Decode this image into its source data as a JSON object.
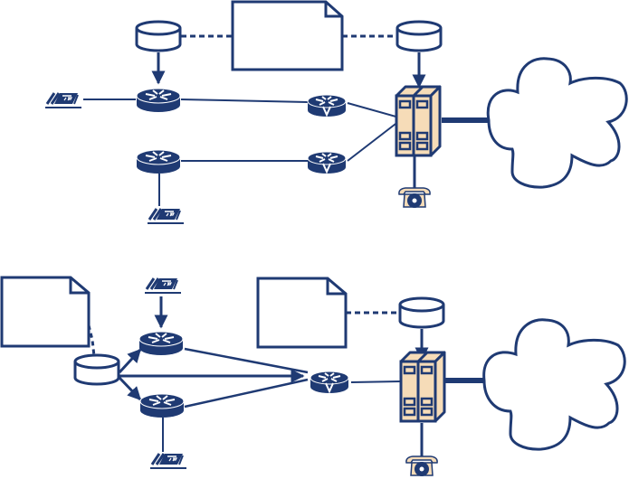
{
  "diagram": {
    "title": "",
    "colors": {
      "primary": "#1f3a73",
      "device_fill": "#f6dcb8",
      "background": "#ffffff"
    },
    "panels": [
      {
        "id": "top",
        "nodes": [
          {
            "id": "db1",
            "type": "database",
            "label": ""
          },
          {
            "id": "doc1",
            "type": "document",
            "label": ""
          },
          {
            "id": "db2",
            "type": "database",
            "label": ""
          },
          {
            "id": "ipphone1",
            "type": "ip-phone",
            "label": ""
          },
          {
            "id": "router1",
            "type": "router",
            "label": ""
          },
          {
            "id": "router2",
            "type": "router",
            "label": ""
          },
          {
            "id": "vgw1",
            "type": "voice-router",
            "label": ""
          },
          {
            "id": "vgw2",
            "type": "voice-router",
            "label": ""
          },
          {
            "id": "pbx1",
            "type": "pbx-switch",
            "label": ""
          },
          {
            "id": "phone1",
            "type": "analog-phone",
            "label": ""
          },
          {
            "id": "ipphone2",
            "type": "ip-phone",
            "label": ""
          },
          {
            "id": "cloud1",
            "type": "cloud",
            "label": ""
          }
        ],
        "edges": [
          {
            "from": "db1",
            "to": "doc1",
            "style": "dashed"
          },
          {
            "from": "doc1",
            "to": "db2",
            "style": "dashed"
          },
          {
            "from": "db1",
            "to": "router1",
            "style": "arrow"
          },
          {
            "from": "db2",
            "to": "pbx1",
            "style": "arrow"
          },
          {
            "from": "ipphone1",
            "to": "router1",
            "style": "solid"
          },
          {
            "from": "router1",
            "to": "vgw1",
            "style": "solid"
          },
          {
            "from": "router2",
            "to": "vgw2",
            "style": "solid"
          },
          {
            "from": "router2",
            "to": "ipphone2",
            "style": "solid"
          },
          {
            "from": "vgw1",
            "to": "pbx1",
            "style": "solid"
          },
          {
            "from": "vgw2",
            "to": "pbx1",
            "style": "solid"
          },
          {
            "from": "pbx1",
            "to": "phone1",
            "style": "solid"
          },
          {
            "from": "pbx1",
            "to": "cloud1",
            "style": "thick"
          }
        ]
      },
      {
        "id": "bottom",
        "nodes": [
          {
            "id": "doc2",
            "type": "document",
            "label": ""
          },
          {
            "id": "db3",
            "type": "database",
            "label": ""
          },
          {
            "id": "ipphone3",
            "type": "ip-phone",
            "label": ""
          },
          {
            "id": "router3",
            "type": "router",
            "label": ""
          },
          {
            "id": "router4",
            "type": "router",
            "label": ""
          },
          {
            "id": "ipphone4",
            "type": "ip-phone",
            "label": ""
          },
          {
            "id": "vgw3",
            "type": "voice-router",
            "label": ""
          },
          {
            "id": "doc3",
            "type": "document",
            "label": ""
          },
          {
            "id": "db4",
            "type": "database",
            "label": ""
          },
          {
            "id": "pbx2",
            "type": "pbx-switch",
            "label": ""
          },
          {
            "id": "phone2",
            "type": "analog-phone",
            "label": ""
          },
          {
            "id": "cloud2",
            "type": "cloud",
            "label": ""
          }
        ],
        "edges": [
          {
            "from": "doc2",
            "to": "db3",
            "style": "dashed"
          },
          {
            "from": "ipphone3",
            "to": "router3",
            "style": "arrow"
          },
          {
            "from": "db3",
            "to": "router3",
            "style": "arrow"
          },
          {
            "from": "db3",
            "to": "router4",
            "style": "arrow"
          },
          {
            "from": "db3",
            "to": "vgw3",
            "style": "arrow"
          },
          {
            "from": "router3",
            "to": "vgw3",
            "style": "solid"
          },
          {
            "from": "router4",
            "to": "vgw3",
            "style": "solid"
          },
          {
            "from": "router4",
            "to": "ipphone4",
            "style": "solid"
          },
          {
            "from": "doc3",
            "to": "db4",
            "style": "dashed"
          },
          {
            "from": "db4",
            "to": "pbx2",
            "style": "arrow"
          },
          {
            "from": "vgw3",
            "to": "pbx2",
            "style": "solid"
          },
          {
            "from": "pbx2",
            "to": "phone2",
            "style": "solid"
          },
          {
            "from": "pbx2",
            "to": "cloud2",
            "style": "thick"
          }
        ]
      }
    ],
    "icon_labels": {
      "ip_phone_badge": "IP",
      "voice_router_badge": "V"
    }
  }
}
